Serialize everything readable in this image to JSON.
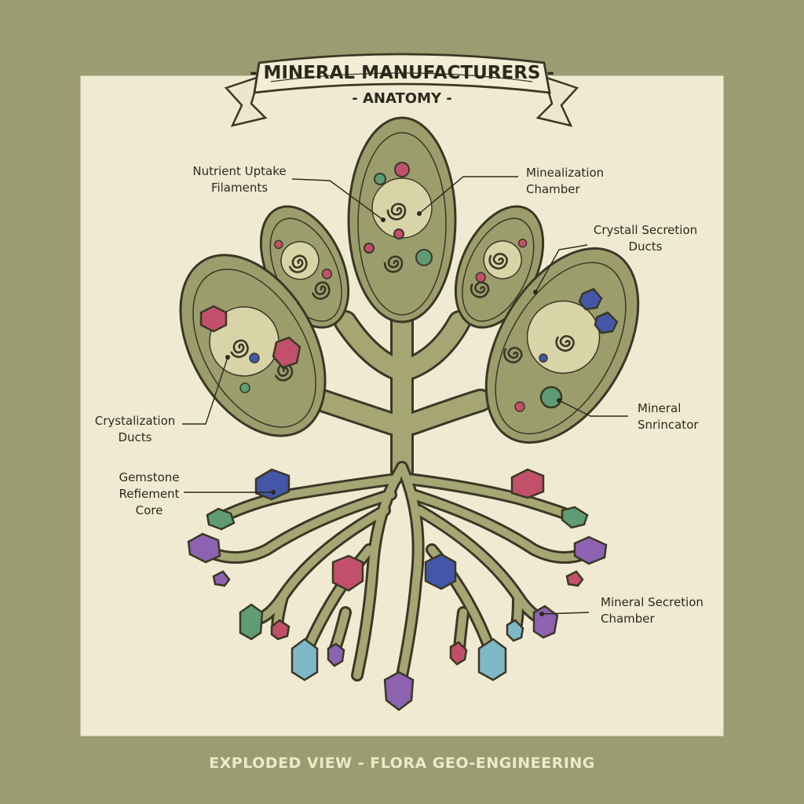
{
  "title": {
    "line1": "- MINERAL MANUFACTURERS -",
    "line2": "- ANATOMY -"
  },
  "labels": {
    "nutrient_uptake": "Nutrient Uptake\nFilaments",
    "mineralization_chamber": "Minealization\nChamber",
    "crystall_secretion": "Crystall Secretion\nDucts",
    "crystalization_ducts": "Crystalization\nDucts",
    "mineral_snrincator": "Mineral\nSnrincator",
    "gemstone_core": "Gemstone\nRefiement\nCore",
    "mineral_secretion_chamber": "Mineral Secretion\nChamber"
  },
  "footer": "EXPLODED VIEW - FLORA GEO-ENGINEERING",
  "colors": {
    "background": "#9a9d72",
    "panel": "#f1ead2",
    "plant_fill": "#9c9d6d",
    "outline": "#3a3825",
    "gem_red": "#c2506a",
    "gem_blue": "#4356a8",
    "gem_purple": "#8d62b0",
    "gem_green": "#5f9c76",
    "gem_cyan": "#7fb8c7"
  }
}
